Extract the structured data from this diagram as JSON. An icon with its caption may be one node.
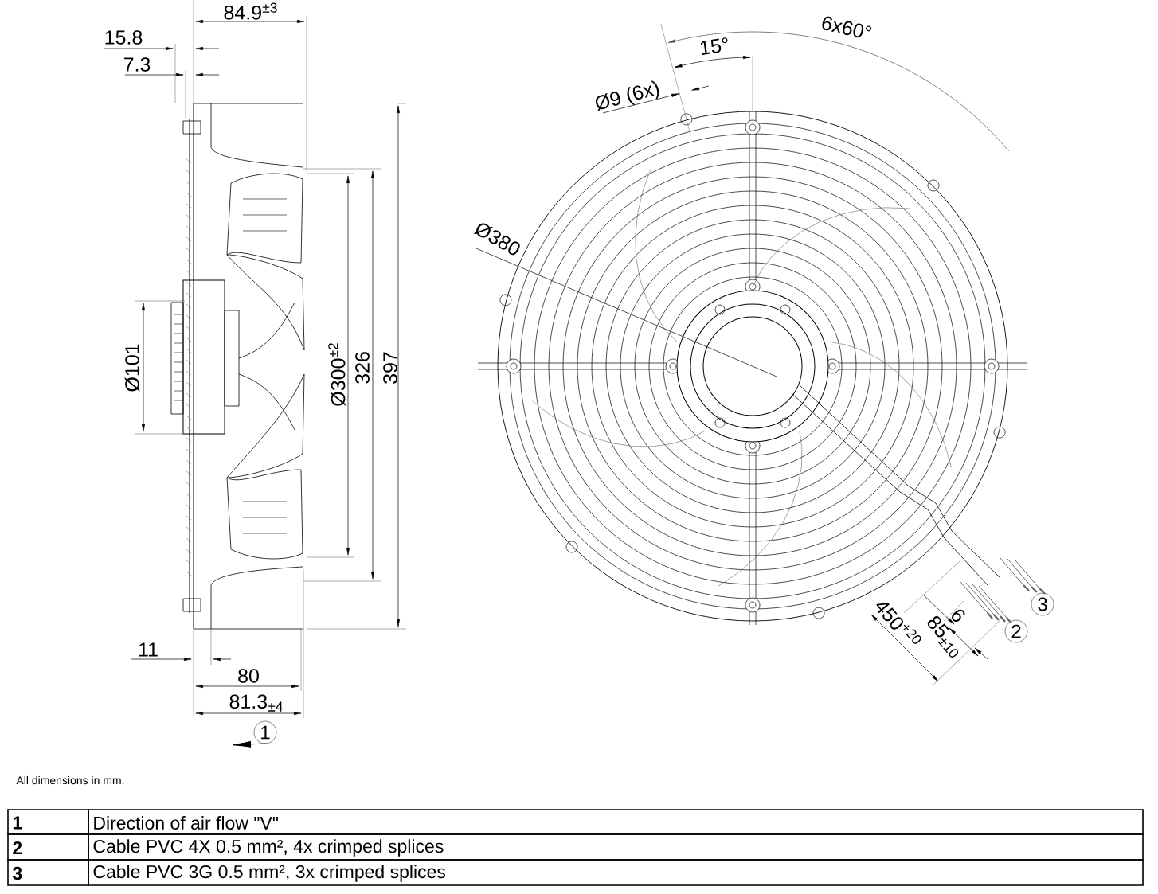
{
  "diagram": {
    "labels": [
      "84.9$^{±3}$",
      "15.8",
      "7.3",
      "6x60°",
      "15°",
      "Ø9 (6x)",
      "Ø380",
      "Ø101",
      "Ø300$^{±2}$",
      "326",
      "397",
      "6",
      "3",
      "450$^{+20}$",
      "85$_{±10}$",
      "2",
      "11",
      "80",
      "81.3$_{±4}$",
      "1",
      "All dimensions in mm.",
      "1",
      "Direction of air flow \"V\"",
      "2",
      "Cable PVC 4X 0.5 mm², 4x crimped splices",
      "3",
      "Cable PVC 3G 0.5 mm², 3x crimped splices"
    ]
  }
}
